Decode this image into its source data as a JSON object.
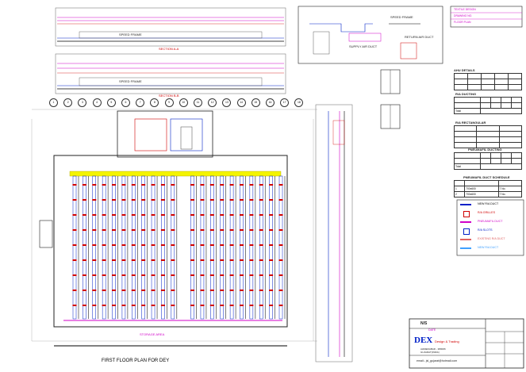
{
  "drawing": {
    "main_title": "FIRST FLOOR PLAN FOR DEY",
    "storage_area_label": "STORAGE AREA",
    "section_a_label": "SECTION A-A",
    "section_b_label": "SECTION B-B",
    "grid_numbers": [
      "1",
      "2",
      "3",
      "4",
      "5",
      "6",
      "7",
      "8",
      "9",
      "10",
      "11",
      "12",
      "13",
      "14",
      "15",
      "16",
      "17",
      "18"
    ],
    "speed_frame_label": "SPEED FRAME",
    "supply_duct_note": "SUPPLY AIR DUCT",
    "return_duct_note": "RETURN AIR DUCT"
  },
  "top_right_block": {
    "lines": [
      "TEXTILE DESIGN",
      "DRAWING NO.",
      "FLOOR PLAN"
    ]
  },
  "schedule_tables": {
    "table1_title": "AHU DETAILS",
    "table2_title": "R/A DUCTING",
    "table3_title": "R/A RECTANGULAR",
    "table4_title": "PNEUMAFIL DUCTING",
    "table5_title": "PNEUMAFIL DUCT SCHEDULE",
    "total_label": "Total",
    "table5_rows": [
      [
        "1",
        "700x600",
        "7 No."
      ],
      [
        "2",
        "700x600",
        "7 No."
      ]
    ]
  },
  "legend": {
    "items": [
      {
        "text": "NEW R/A DUCT",
        "color": "#0020c8"
      },
      {
        "text": "R/A GRILLES",
        "color": "#d00000"
      },
      {
        "text": "PNEUMAFIL DUCT",
        "color": "#d000c8"
      },
      {
        "text": "R/A SLOTS",
        "color": "#0020c8"
      },
      {
        "text": "EXISTING R/A DUCT",
        "color": "#e06060"
      },
      {
        "text": "NEW R/A DUCT",
        "color": "#40a0ff"
      }
    ]
  },
  "title_block": {
    "scale": "N/S",
    "sheet": "DATE",
    "company_short": "DEX",
    "company_tag": "Design & Trading",
    "address_line1": "AHMEDABAD - 380006",
    "address_line2": "GUJARAT(INDIA)",
    "email": "email:- jsl_gujarat@hotmail.com"
  }
}
